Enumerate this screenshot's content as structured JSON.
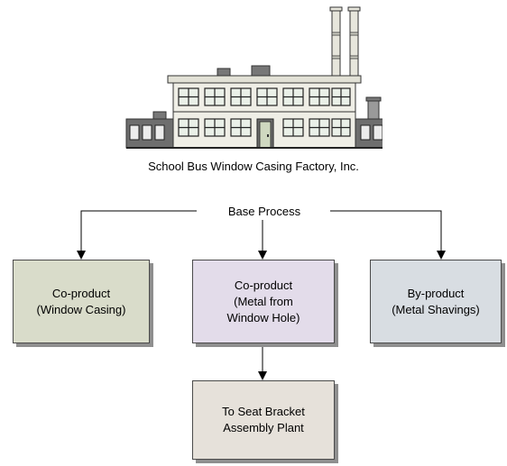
{
  "factory": {
    "caption": "School Bus Window Casing Factory, Inc."
  },
  "diagram": {
    "base_process": "Base Process",
    "boxes": {
      "window_casing": {
        "line1": "Co-product",
        "line2": "(Window Casing)"
      },
      "metal_window_hole": {
        "line1": "Co-product",
        "line2": "(Metal from",
        "line3": "Window Hole)"
      },
      "metal_shavings": {
        "line1": "By-product",
        "line2": "(Metal Shavings)"
      },
      "seat_bracket": {
        "line1": "To Seat Bracket",
        "line2": "Assembly Plant"
      }
    }
  },
  "colors": {
    "window_casing_box": "#d9dcca",
    "metal_window_box": "#e3dcea",
    "metal_shavings_box": "#d8dde2",
    "seat_bracket_box": "#e6e1da",
    "factory_wall": "#efeee6",
    "factory_window": "#eaf0e8",
    "factory_door": "#cfd8c0",
    "factory_roof": "#767676"
  }
}
